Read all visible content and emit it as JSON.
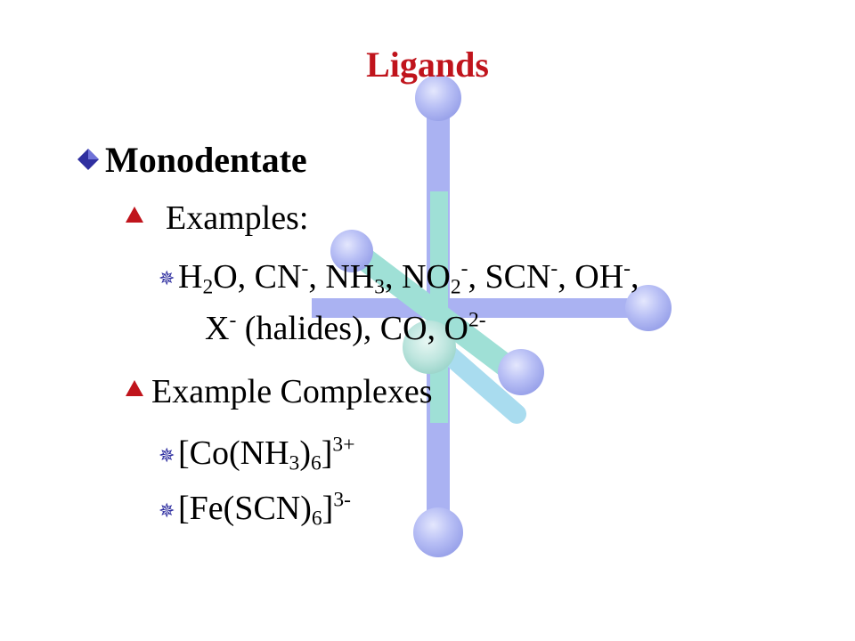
{
  "slide": {
    "title": "Ligands",
    "heading": "Monodentate",
    "examples_label": "Examples:",
    "examples_line1": {
      "p1": "H",
      "p1_sub": "2",
      "p2": "O, CN",
      "p2_sup": "-",
      "p3": ", NH",
      "p3_sub": "3",
      "p4": ", NO",
      "p4_sub": "2",
      "p4_sup": "-",
      "p5": ", SCN",
      "p5_sup": "-",
      "p6": ", OH",
      "p6_sup": "-",
      "p7": ","
    },
    "examples_line2": {
      "p1": "X",
      "p1_sup": "-",
      "p2": " (halides), CO, O",
      "p2_sup": "2-"
    },
    "complexes_label": "Example Complexes",
    "complex1": {
      "p1": "[Co(NH",
      "p1_sub": "3",
      "p2": ")",
      "p2_sub": "6",
      "p3": "]",
      "p3_sup": "3+"
    },
    "complex2": {
      "p1": "[Fe(SCN)",
      "p1_sub": "6",
      "p2": "]",
      "p2_sup": "3-"
    }
  },
  "colors": {
    "title": "#c0141c",
    "level1_bullet": "#2f2fa0",
    "level2_bullet": "#c0141c",
    "level3_bullet": "#2f2fa0",
    "molecule_bonds_lavender": "#aab2f2",
    "molecule_bonds_teal": "#9fe0d6",
    "molecule_atoms": "#b8bff5"
  },
  "icons": {
    "level1_bullet": "diamond-icon",
    "level2_bullet": "caret-icon",
    "level3_bullet": "asterisk-star-icon"
  }
}
